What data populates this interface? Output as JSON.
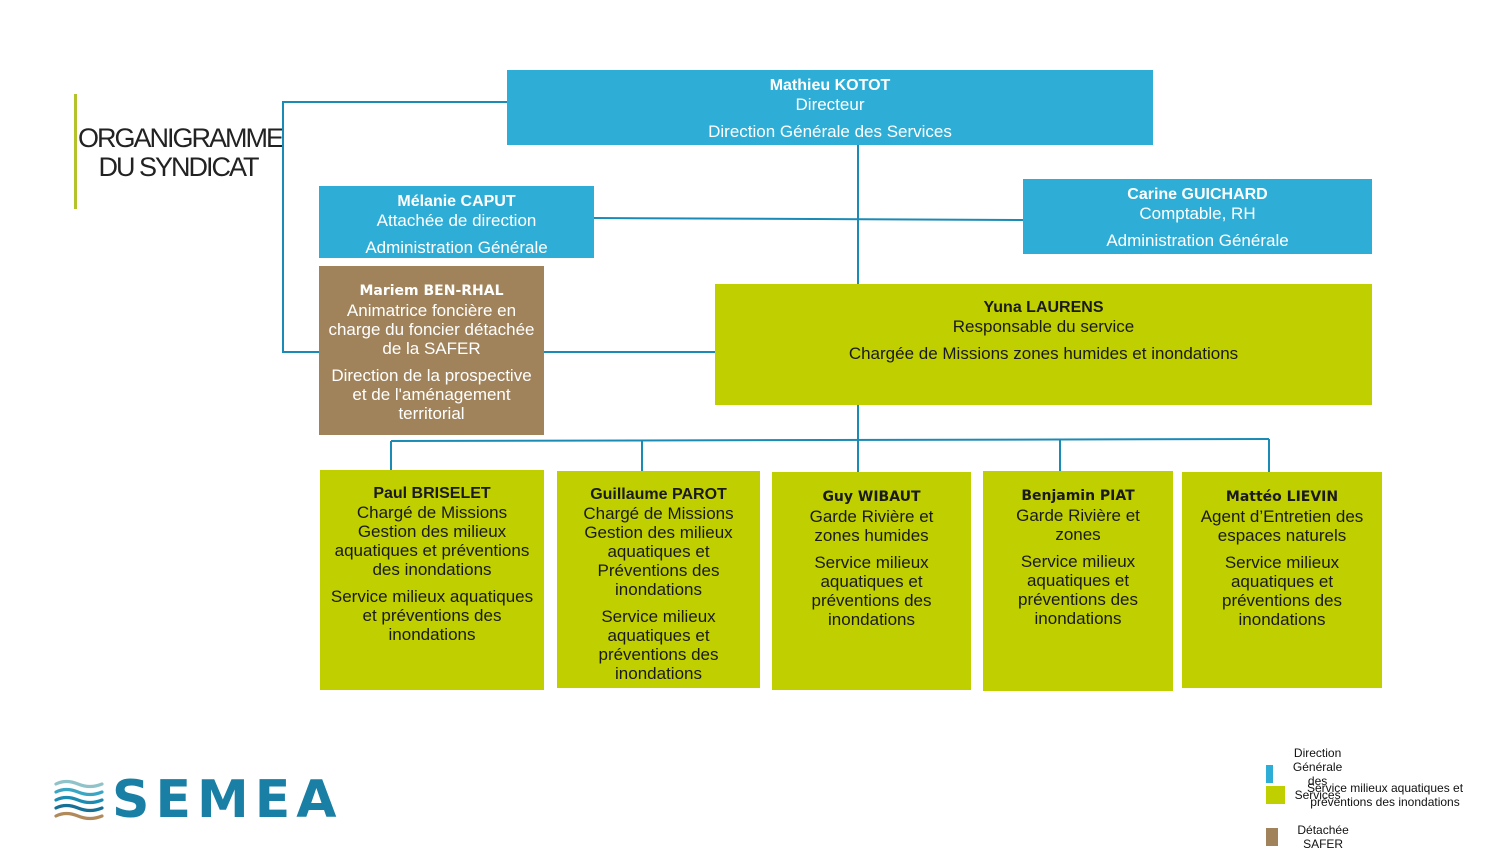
{
  "title": {
    "line1": "ORGANIGRAMME",
    "line2": "DU SYNDICAT"
  },
  "boxes": {
    "kotot": {
      "name": "Mathieu KOTOT",
      "role": "Directeur",
      "dept": "Direction Générale des Services"
    },
    "caput": {
      "name": "Mélanie CAPUT",
      "role": "Attachée de direction",
      "dept": "Administration Générale"
    },
    "guichard": {
      "name": "Carine GUICHARD",
      "role": "Comptable, RH",
      "dept": "Administration Générale"
    },
    "benrhal": {
      "name": "Mariem BEN-RHAL",
      "role": "Animatrice foncière en charge du foncier détachée de la SAFER",
      "dept": "Direction de la prospective et de l'aménagement territorial"
    },
    "laurens": {
      "name": "Yuna LAURENS",
      "role": "Responsable du service",
      "dept": "Chargée de Missions zones humides et inondations"
    },
    "briselet": {
      "name": "Paul BRISELET",
      "role": "Chargé de Missions Gestion des milieux aquatiques et préventions des inondations",
      "dept": "Service milieux aquatiques et préventions des inondations"
    },
    "parot": {
      "name": "Guillaume PAROT",
      "role": "Chargé de Missions Gestion des milieux aquatiques et Préventions des inondations",
      "dept": "Service milieux aquatiques et préventions des inondations"
    },
    "wibaut": {
      "name": "Guy WIBAUT",
      "role": "Garde Rivière et zones humides",
      "dept": "Service milieux aquatiques et préventions des inondations"
    },
    "piat": {
      "name": "Benjamin PIAT",
      "role": "Garde Rivière et zones",
      "dept": "Service milieux aquatiques et préventions des inondations"
    },
    "lievin": {
      "name": "Mattéo LIEVIN",
      "role": "Agent d’Entretien des espaces naturels",
      "dept": "Service milieux aquatiques et préventions des inondations"
    }
  },
  "legend": [
    {
      "label": "Direction Générale des Services",
      "color": "#2eaed6"
    },
    {
      "label": "Service milieux aquatiques et préventions des inondations",
      "color": "#bfcf00"
    },
    {
      "label": "Détachée SAFER",
      "color": "#a1835b"
    }
  ],
  "logo": {
    "text": "SEMEA",
    "icon": "waves-icon"
  },
  "colors": {
    "blue": "#2eaed6",
    "green": "#bfcf00",
    "brown": "#a1835b",
    "line": "#1a8bb5"
  }
}
